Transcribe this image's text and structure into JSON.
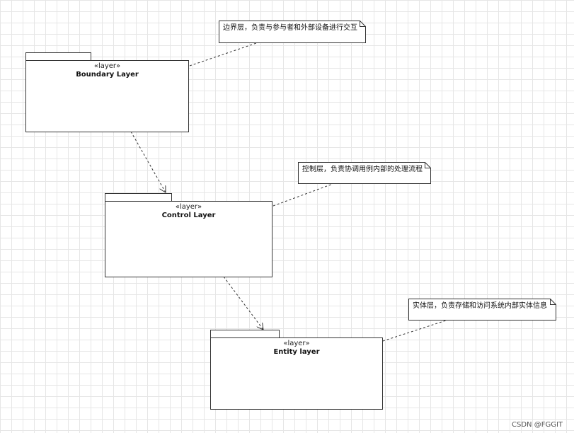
{
  "packages": [
    {
      "id": "boundary",
      "stereotype": "«layer»",
      "name": "Boundary Layer"
    },
    {
      "id": "control",
      "stereotype": "«layer»",
      "name": "Control Layer"
    },
    {
      "id": "entity",
      "stereotype": "«layer»",
      "name": "Entity layer"
    }
  ],
  "notes": [
    {
      "id": "boundary-note",
      "text": "边界层，负责与参与者和外部设备进行交互"
    },
    {
      "id": "control-note",
      "text": "控制层，负责协调用例内部的处理流程"
    },
    {
      "id": "entity-note",
      "text": "实体层，负责存储和访问系统内部实体信息"
    }
  ],
  "watermark": "CSDN @FGGIT"
}
